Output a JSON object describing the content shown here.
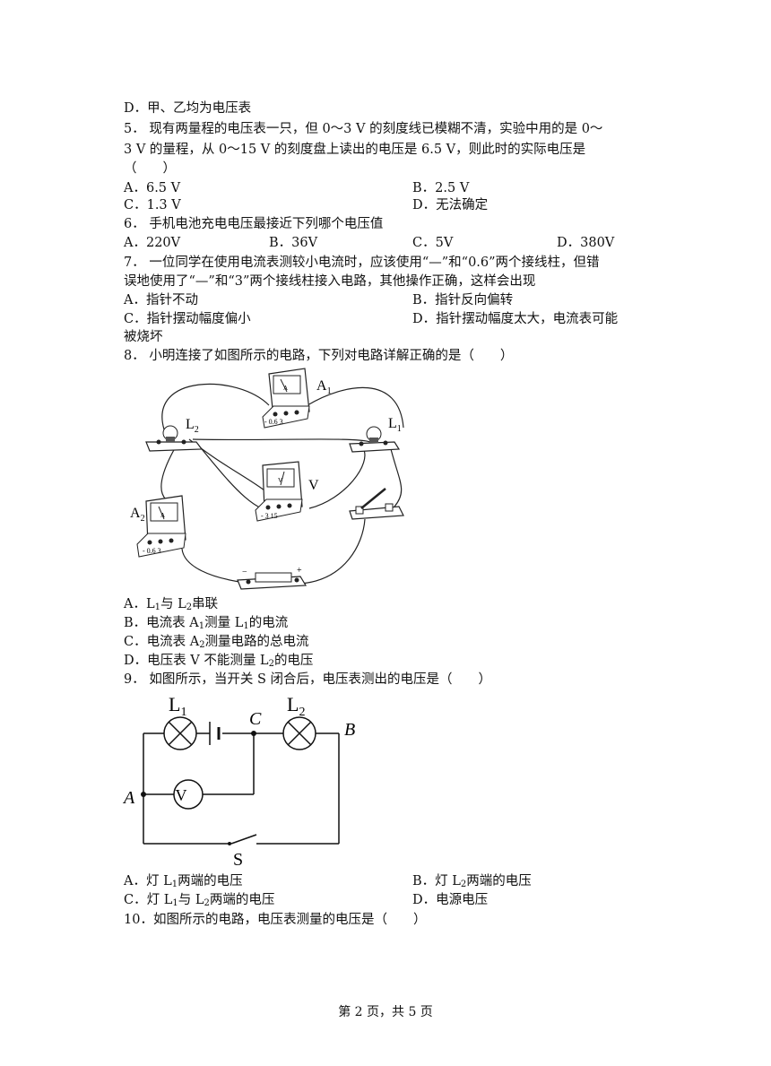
{
  "q4_d": "D．甲、乙均为电压表",
  "q5": {
    "stem1": "5．  现有两量程的电压表一只，但 0～3 V 的刻度线已模糊不清，实验中用的是 0～",
    "stem2": "3 V 的量程，从 0～15 V 的刻度盘上读出的电压是 6.5 V，则此时的实际电压是",
    "stem3": "（　　）",
    "a": "A．6.5 V",
    "b": "B．2.5 V",
    "c": "C．1.3 V",
    "d": "D．无法确定"
  },
  "q6": {
    "stem": "6．  手机电池充电电压最接近下列哪个电压值",
    "a": "A．220V",
    "b": "B．36V",
    "c": "C．5V",
    "d": "D．380V"
  },
  "q7": {
    "stem1": "7．  一位同学在使用电流表测较小电流时，应该使用“—”和“0.6”两个接线柱，但错",
    "stem2": "误地使用了“—”和“3”两个接线柱接入电路，其他操作正确，这样会出现",
    "a": "A．指针不动",
    "b": "B．指针反向偏转",
    "c": "C．指针摆动幅度偏小",
    "d": "D．指针摆动幅度太大，电流表可能",
    "d2": "被烧坏"
  },
  "q8": {
    "stem": "8．  小明连接了如图所示的电路，下列对电路详解正确的是（　　）",
    "fig": {
      "a1": "A",
      "a1sub": "1",
      "l2": "L",
      "l2sub": "2",
      "l1": "L",
      "l1sub": "1",
      "v": "V",
      "a2": "A",
      "a2sub": "2",
      "ammeter_face": "A",
      "voltmeter_face": "V",
      "ammeter_terminals": "- 0.6 3",
      "voltmeter_terminals": "- 3 15",
      "battery_minus": "−",
      "battery_plus": "+"
    },
    "a_pre": "A．L",
    "a_sub1": "1",
    "a_mid": "与 L",
    "a_sub2": "2",
    "a_post": "串联",
    "b_pre": "B．电流表 A",
    "b_sub1": "1",
    "b_mid": "测量 L",
    "b_sub2": "1",
    "b_post": "的电流",
    "c_pre": "C．电流表 A",
    "c_sub1": "2",
    "c_post": "测量电路的总电流",
    "d_pre": "D．电压表 V 不能测量 L",
    "d_sub": "2",
    "d_post": "的电压"
  },
  "q9": {
    "stem": "9．  如图所示，当开关 S 闭合后，电压表测出的电压是（　　）",
    "fig": {
      "l1": "L",
      "l1sub": "1",
      "l2": "L",
      "l2sub": "2",
      "c": "C",
      "b": "B",
      "a": "A",
      "v": "V",
      "s": "S"
    },
    "a_pre": "A．灯 L",
    "a_sub": "1",
    "a_post": "两端的电压",
    "b_pre": "B．灯 L",
    "b_sub": "2",
    "b_post": "两端的电压",
    "c_pre": "C．灯 L",
    "c_sub1": "1",
    "c_mid": "与 L",
    "c_sub2": "2",
    "c_post": "两端的电压",
    "d": "D．电源电压"
  },
  "q10": {
    "stem": "10．如图所示的电路，电压表测量的电压是（　　）"
  },
  "footer": "第 2 页，共 5 页"
}
